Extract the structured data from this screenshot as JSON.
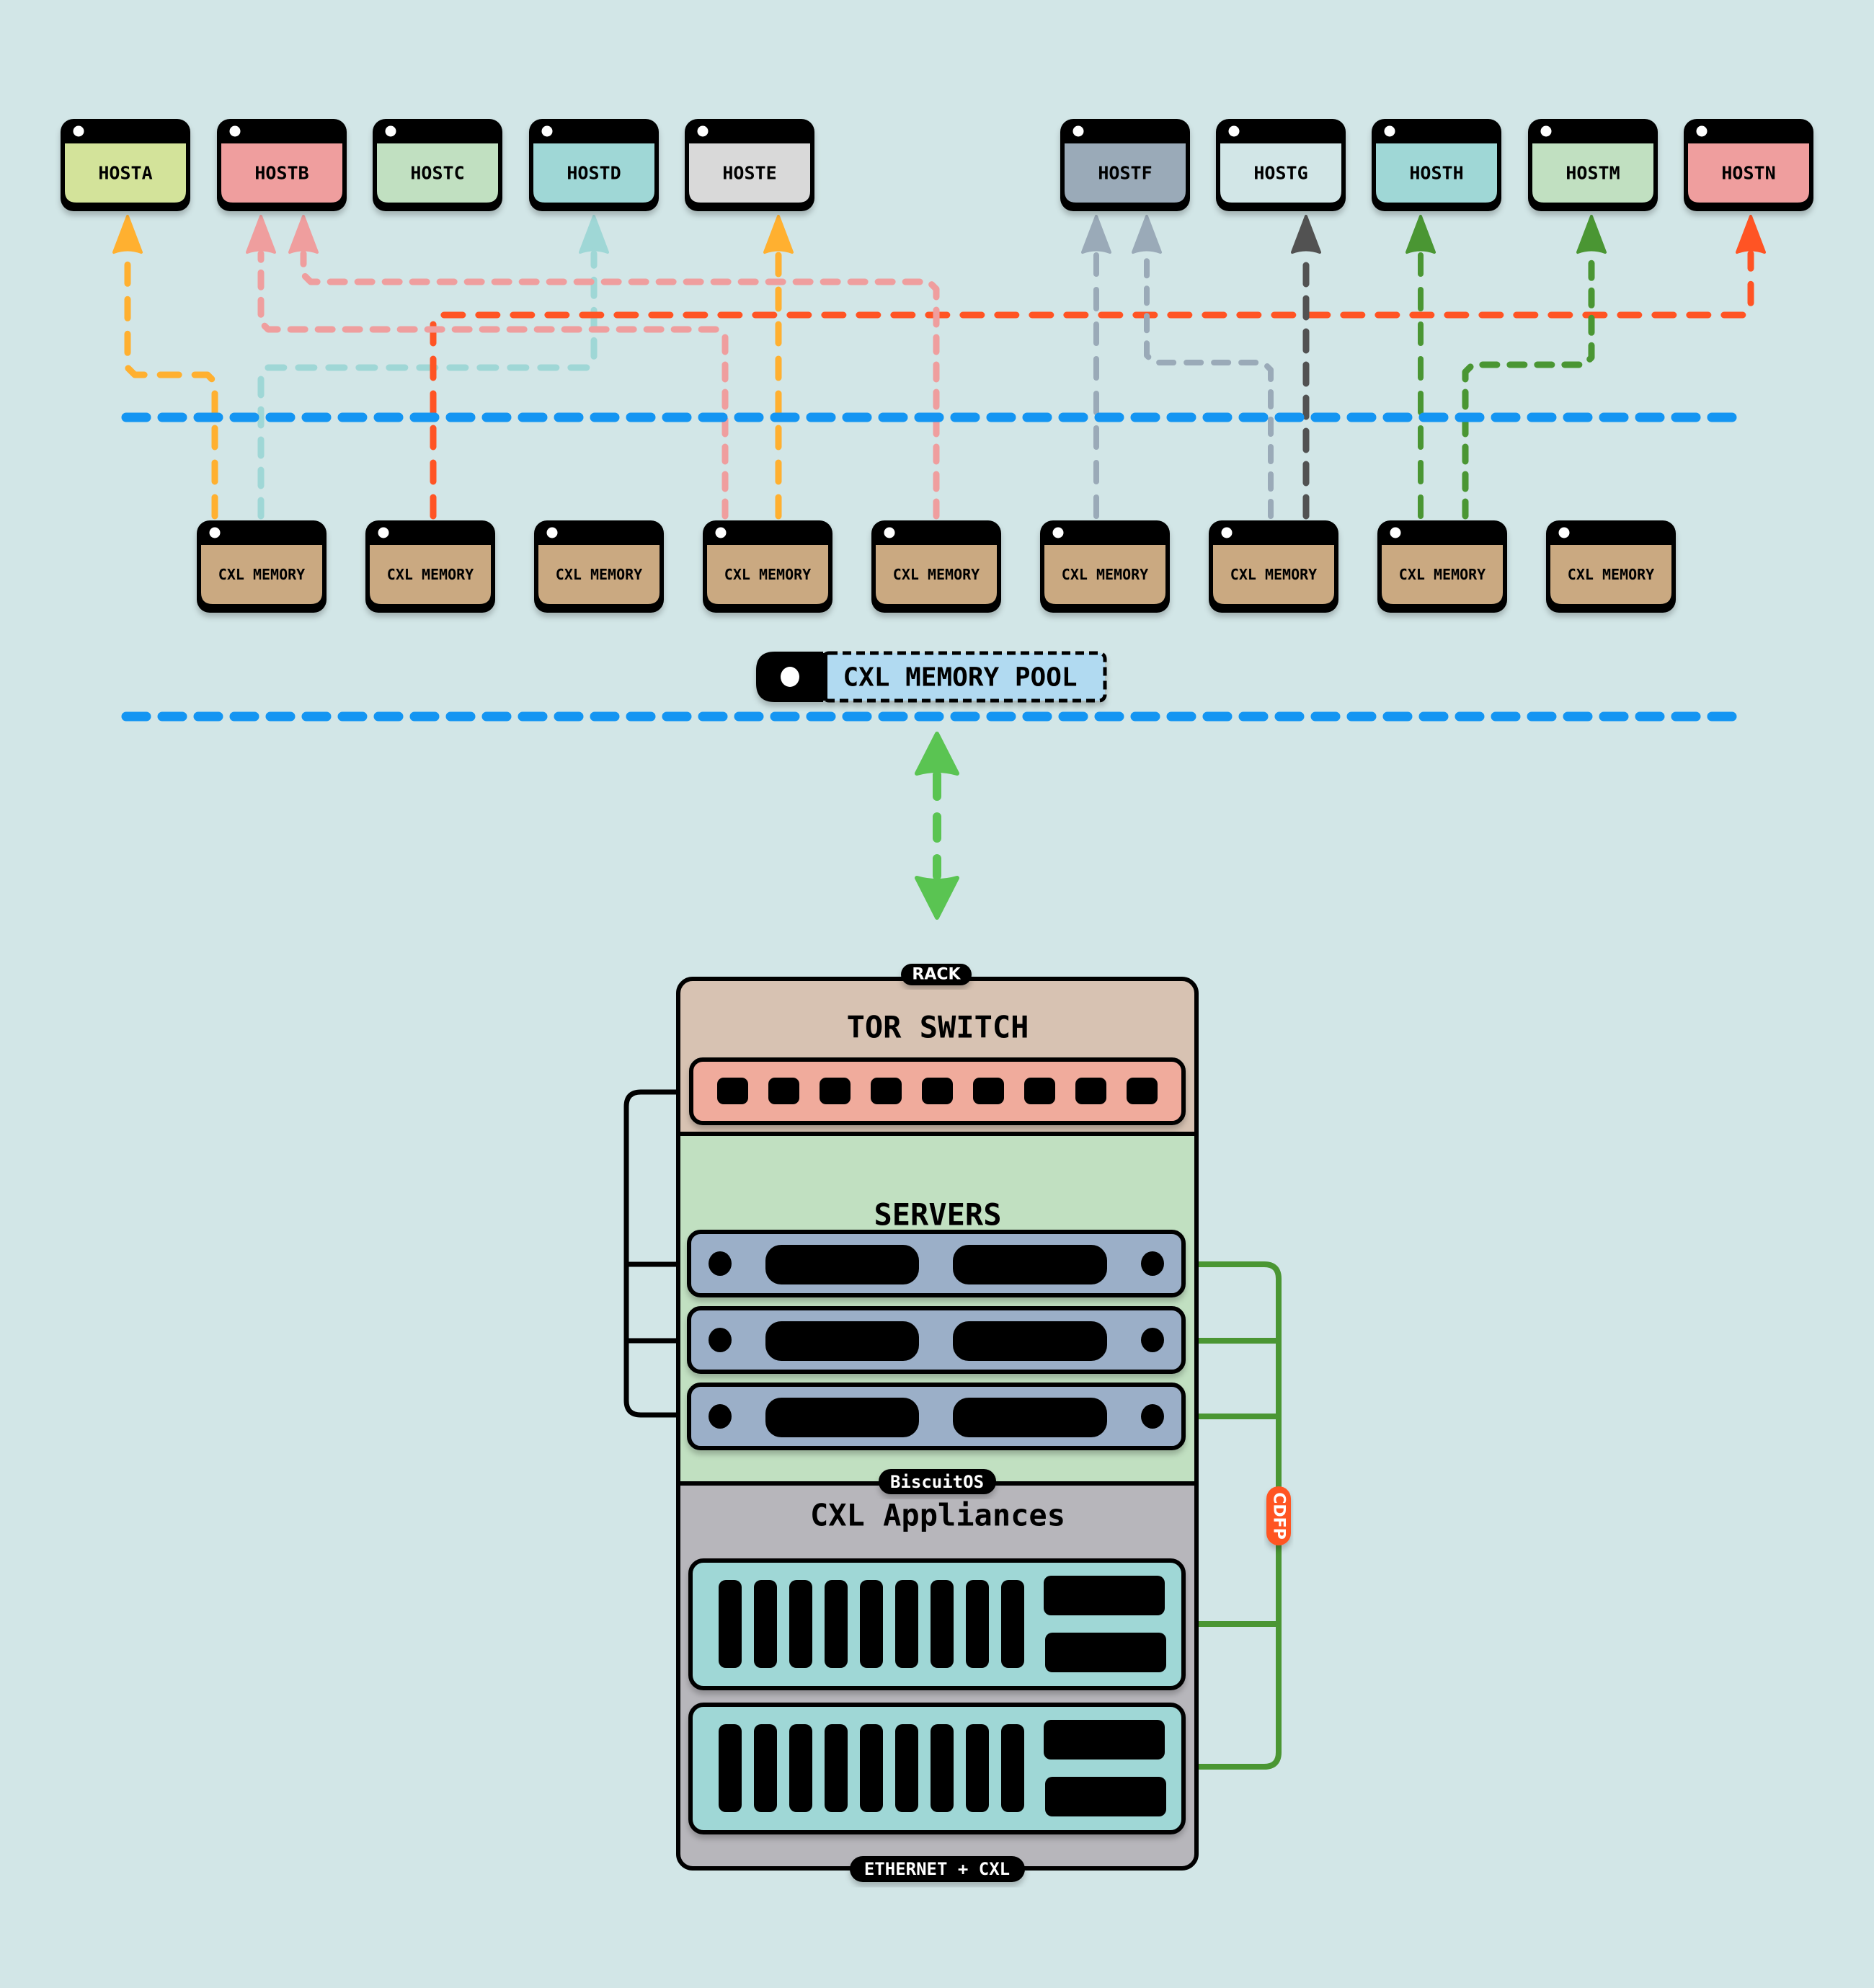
{
  "colors": {
    "background": "#d2e6e7",
    "network_line": "#1495f2",
    "frame": "#000000",
    "cxl_memory_fill": "#caa981",
    "pool_fill": "#b1daf1",
    "link_arrow": "#5ac452",
    "rack_tor_fill": "#d7c2b2",
    "switch_fill": "#f0ab9c",
    "servers_fill": "#c1e0c1",
    "server_fill": "#9bafc8",
    "appliances_fill": "#b7b6bb",
    "appliance_fill": "#9fd7d6",
    "cdfp_bus": "#4a9633",
    "cdfp_badge": "#ff5424"
  },
  "hosts": [
    {
      "label": "HOSTA",
      "fill": "#d3e39a"
    },
    {
      "label": "HOSTB",
      "fill": "#ef9e9e"
    },
    {
      "label": "HOSTC",
      "fill": "#c1e0c1"
    },
    {
      "label": "HOSTD",
      "fill": "#9fd7d6"
    },
    {
      "label": "HOSTE",
      "fill": "#d9d9d9"
    },
    {
      "label": "HOSTF",
      "fill": "#9aaab8"
    },
    {
      "label": "HOSTG",
      "fill": "#d2e6e7"
    },
    {
      "label": "HOSTH",
      "fill": "#9fd7d6"
    },
    {
      "label": "HOSTM",
      "fill": "#c1e0c1"
    },
    {
      "label": "HOSTN",
      "fill": "#ef9e9e"
    }
  ],
  "cxl_memories": [
    {
      "label": "CXL MEMORY"
    },
    {
      "label": "CXL MEMORY"
    },
    {
      "label": "CXL MEMORY"
    },
    {
      "label": "CXL MEMORY"
    },
    {
      "label": "CXL MEMORY"
    },
    {
      "label": "CXL MEMORY"
    },
    {
      "label": "CXL MEMORY"
    },
    {
      "label": "CXL MEMORY"
    },
    {
      "label": "CXL MEMORY"
    }
  ],
  "connections": [
    {
      "from_memory": 1,
      "to_host": "HOSTA",
      "color": "#ffb030"
    },
    {
      "from_memory": 1,
      "to_host": "HOSTD",
      "color": "#9fd7d6"
    },
    {
      "from_memory": 2,
      "to_host": "HOSTN",
      "color": "#ff5424"
    },
    {
      "from_memory": 4,
      "to_host": "HOSTB",
      "color": "#ef9e9e"
    },
    {
      "from_memory": 4,
      "to_host": "HOSTE",
      "color": "#ffb030"
    },
    {
      "from_memory": 5,
      "to_host": "HOSTB",
      "color": "#ef9e9e"
    },
    {
      "from_memory": 6,
      "to_host": "HOSTF",
      "color": "#9aaab8"
    },
    {
      "from_memory": 7,
      "to_host": "HOSTF",
      "color": "#9aaab8"
    },
    {
      "from_memory": 7,
      "to_host": "HOSTG",
      "color": "#525252"
    },
    {
      "from_memory": 8,
      "to_host": "HOSTH",
      "color": "#4a9633"
    },
    {
      "from_memory": 8,
      "to_host": "HOSTM",
      "color": "#4a9633"
    }
  ],
  "pool": {
    "label": "CXL MEMORY POOL"
  },
  "rack": {
    "top_badge": "RACK",
    "tor_title": "TOR SWITCH",
    "switch_port_count": 9,
    "servers_title": "SERVERS",
    "server_count": 3,
    "middle_badge": "BiscuitOS",
    "appliances_title": "CXL Appliances",
    "appliance_count": 2,
    "appliance_slot_count": 9,
    "bottom_badge": "ETHERNET + CXL",
    "bus_badge": "CDFP"
  }
}
